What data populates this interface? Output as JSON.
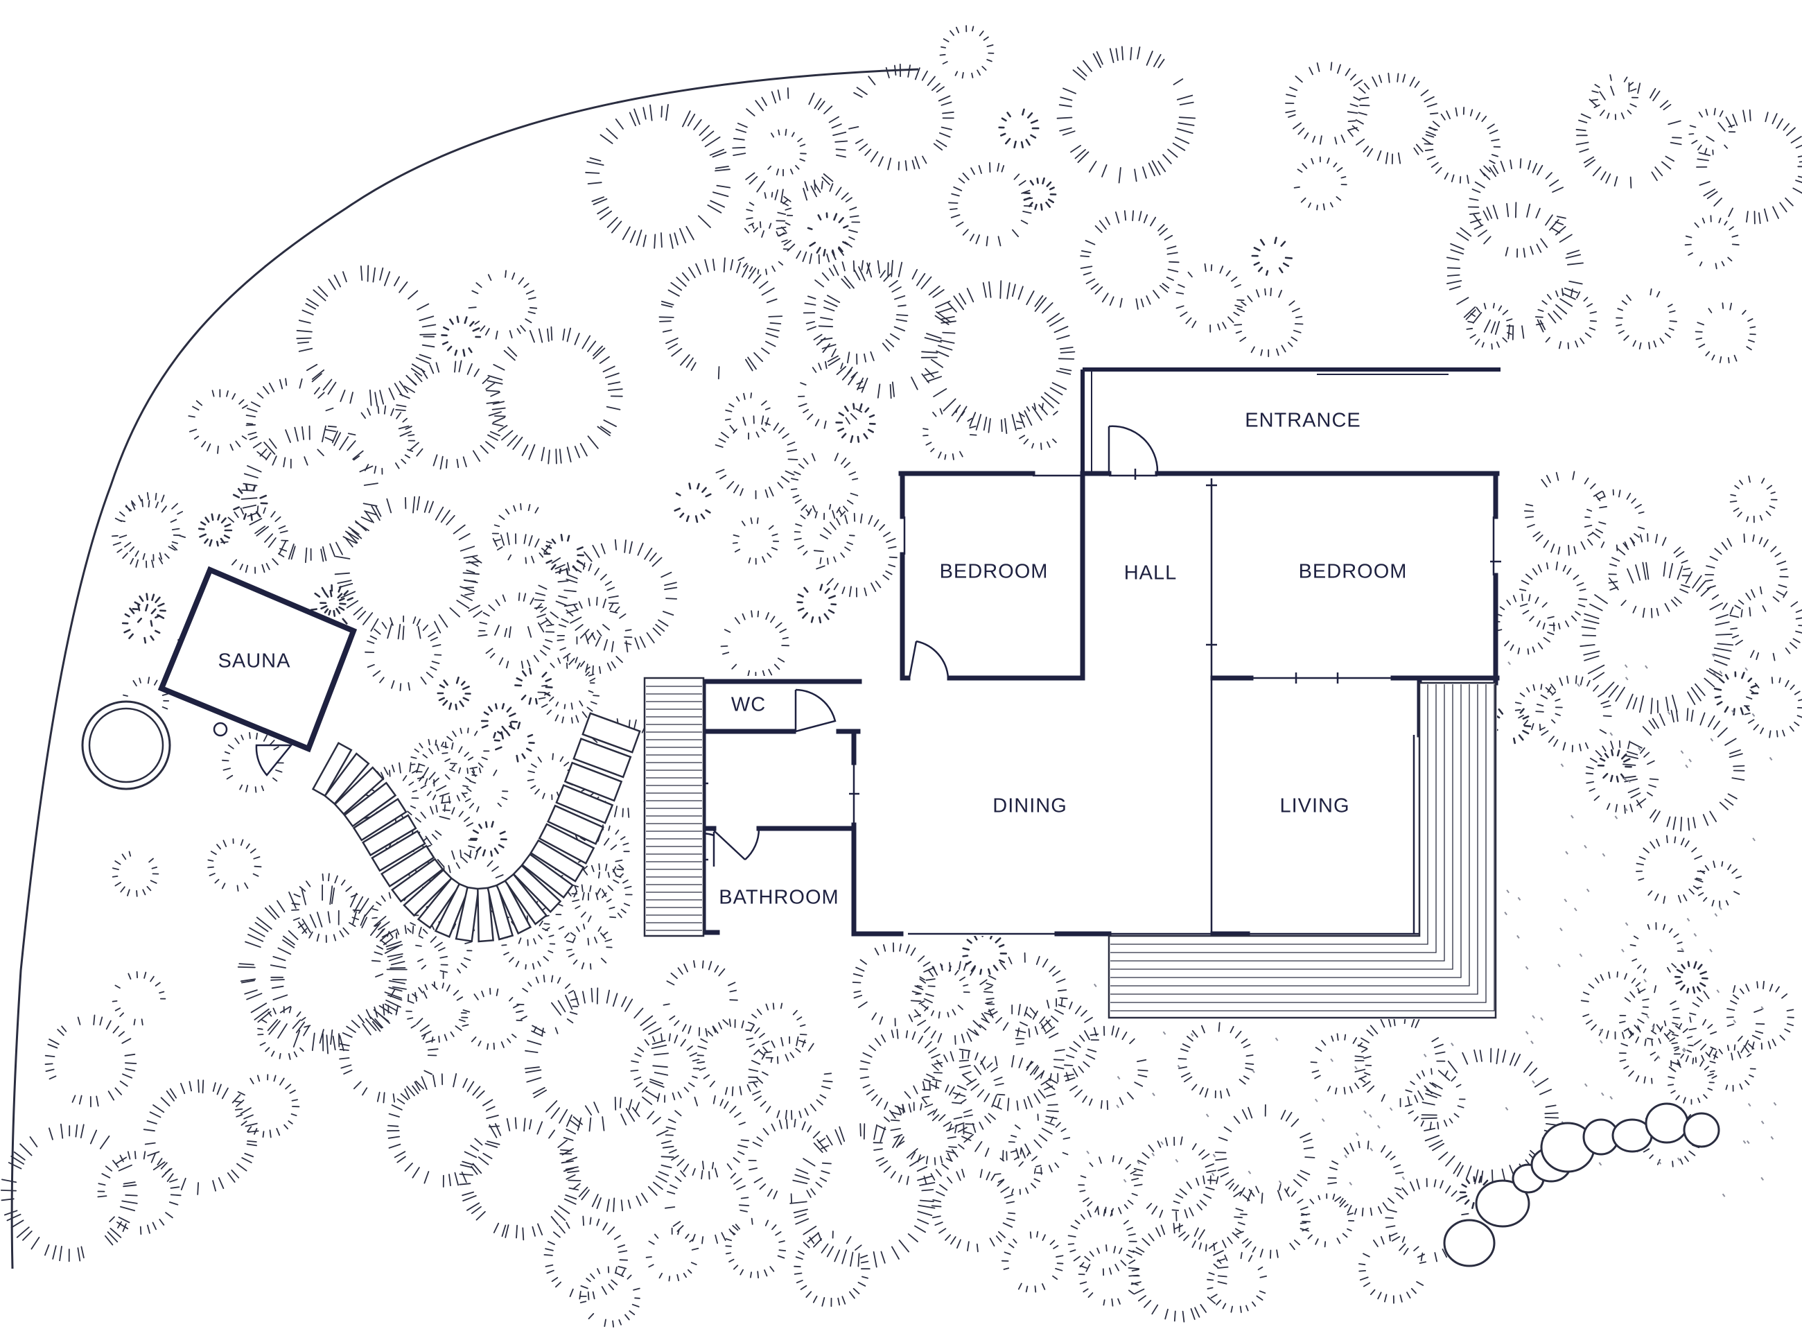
{
  "rooms": {
    "entrance": "ENTRANCE",
    "bedroom_left": "BEDROOM",
    "hall": "HALL",
    "bedroom_right": "BEDROOM",
    "sauna": "SAUNA",
    "wc": "WC",
    "dining": "DINING",
    "living": "LIVING",
    "bathroom": "BATHROOM"
  },
  "colors": {
    "wall": "#1e2140",
    "line": "#2a2d40",
    "paper": "#ffffff"
  }
}
